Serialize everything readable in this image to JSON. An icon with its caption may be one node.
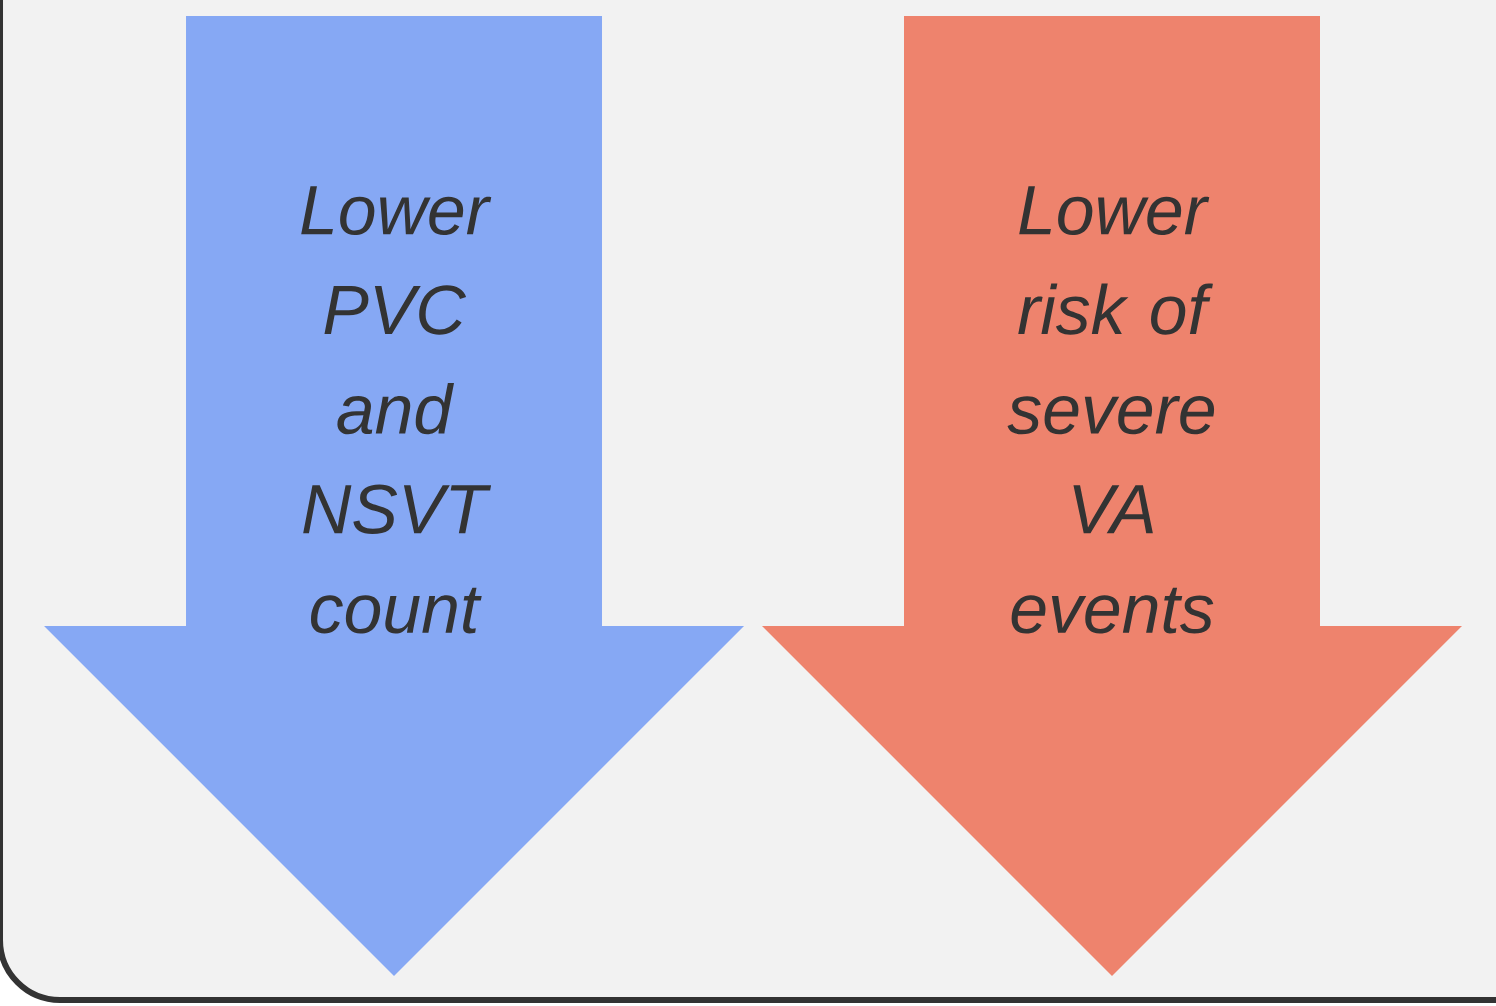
{
  "diagram": {
    "nodes": [
      {
        "text": [],
        "shape": "box"
      },
      {
        "text": [
          "Lower PVC and NSVT count"
        ],
        "in": 0
      },
      {
        "text": [
          "Lower risk of severe VA events"
        ],
        "in": 0
      }
    ]
  }
}
